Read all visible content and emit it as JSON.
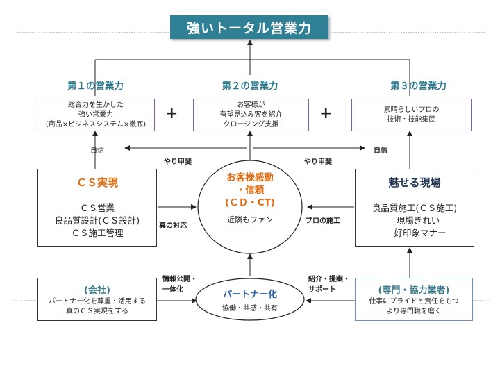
{
  "title": "強いトータル営業力",
  "forces": [
    {
      "heading": "第１の営業力",
      "lines": [
        "総合力を生かした",
        "強い営業力",
        "(商品×ビジネスシステム×徹底)"
      ]
    },
    {
      "heading": "第２の営業力",
      "lines": [
        "お客様が",
        "有望見込み客を紹介",
        "クロージング支援"
      ]
    },
    {
      "heading": "第３の営業力",
      "lines": [
        "素晴らしいプロの",
        "技術・技能集団"
      ]
    }
  ],
  "plus": "+",
  "labels": {
    "jishin_left": "自信",
    "jishin_right": "自信",
    "yarigai_left": "やり甲斐",
    "yarigai_right": "やり甲斐",
    "shin_no_taiou": "真の対応",
    "pro_no_sekou": "プロの施工",
    "jouhou_1": "情報公開・",
    "jouhou_2": "一体化",
    "shoukai_1": "紹介・提案・",
    "shoukai_2": "サポート"
  },
  "cs_box": {
    "heading": "ＣＳ実現",
    "lines": [
      "ＣＳ営業",
      "良品質設計(ＣＳ設計)",
      "ＣＳ施工管理"
    ]
  },
  "center": {
    "line1": "お客様感動",
    "line2": "・信頼",
    "line3": "(ＣＤ・CT)",
    "sub": "近隣もファン"
  },
  "genba_box": {
    "heading": "魅せる現場",
    "lines": [
      "良品質施工(ＣＳ施工)",
      "現場きれい",
      "好印象マナー"
    ]
  },
  "company_box": {
    "heading": "(会社)",
    "lines": [
      "パートナー化を尊重・活用する",
      "真のＣＳ実現をする"
    ]
  },
  "partner": {
    "heading": "パートナー化",
    "sub": "協働・共感・共有"
  },
  "expert_box": {
    "heading": "(専門・協力業者)",
    "lines": [
      "仕事にプライドと責任をもつ",
      "より専門職を磨く"
    ]
  },
  "colors": {
    "title_bg": "#2f7f95",
    "heading_teal": "#2a7a8c",
    "orange": "#e06b10",
    "navy": "#1f3450",
    "purple_border": "#7d5fa6",
    "blue_border": "#6f8fb3"
  }
}
